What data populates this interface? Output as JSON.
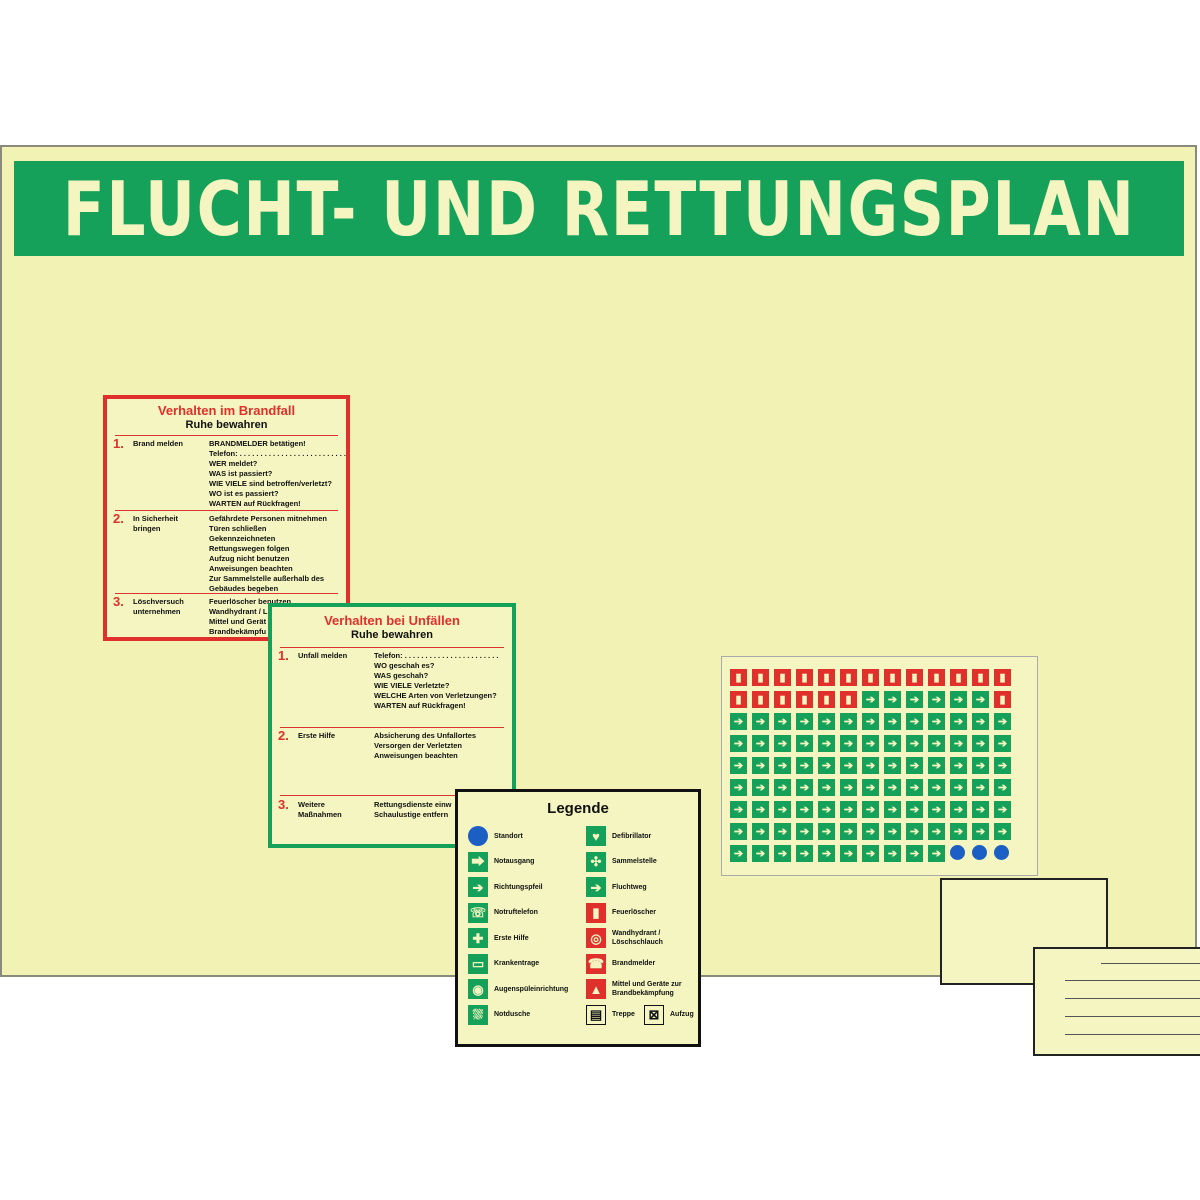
{
  "title": "FLUCHT- UND RETTUNGSPLAN",
  "colors": {
    "green": "#16a15a",
    "red": "#e0302b",
    "blue": "#1b5fc4",
    "board": "#f1f2b4"
  },
  "brandfall": {
    "title": "Verhalten im Brandfall",
    "subtitle": "Ruhe bewahren",
    "steps": [
      {
        "num": "1.",
        "label": "Brand melden",
        "lines": [
          "BRANDMELDER betätigen!",
          "Telefon: . . . . . . . . . . . . . . . . . . . . . . . . . .",
          "WER meldet?",
          "WAS ist passiert?",
          "WIE VIELE sind betroffen/verletzt?",
          "WO ist es passiert?",
          "WARTEN auf Rückfragen!"
        ]
      },
      {
        "num": "2.",
        "label": "In Sicherheit bringen",
        "lines": [
          "Gefährdete Personen mitnehmen",
          "Türen schließen",
          "Gekennzeichneten",
          "Rettungswegen folgen",
          "Aufzug nicht benutzen",
          "Anweisungen beachten",
          "Zur Sammelstelle außerhalb des",
          "Gebäudes begeben"
        ]
      },
      {
        "num": "3.",
        "label": "Löschversuch unternehmen",
        "lines": [
          "Feuerlöscher benutzen",
          "Wandhydrant / L",
          "Mittel und Gerät",
          "Brandbekämpfu"
        ]
      }
    ]
  },
  "unfaelle": {
    "title": "Verhalten bei Unfällen",
    "subtitle": "Ruhe bewahren",
    "steps": [
      {
        "num": "1.",
        "label": "Unfall melden",
        "lines": [
          "Telefon: . . . . . . . . . . . . . . . . . . . . . . .",
          "WO geschah es?",
          "WAS geschah?",
          "WIE VIELE Verletzte?",
          "WELCHE Arten von Verletzungen?",
          "WARTEN auf Rückfragen!"
        ]
      },
      {
        "num": "2.",
        "label": "Erste Hilfe",
        "lines": [
          "Absicherung des Unfallortes",
          "Versorgen der Verletzten",
          "Anweisungen beachten"
        ]
      },
      {
        "num": "3.",
        "label": "Weitere Maßnahmen",
        "lines": [
          "Rettungsdienste einw",
          "Schaulustige entfern"
        ]
      }
    ]
  },
  "legend": {
    "title": "Legende",
    "left": [
      {
        "icon": "location-icon",
        "kind": "b",
        "glyph": "",
        "label": "Standort"
      },
      {
        "icon": "emergency-exit-icon",
        "kind": "g",
        "glyph": "⮕",
        "label": "Notausgang"
      },
      {
        "icon": "direction-arrow-icon",
        "kind": "g",
        "glyph": "➔",
        "label": "Richtungspfeil"
      },
      {
        "icon": "emergency-phone-icon",
        "kind": "g",
        "glyph": "☏",
        "label": "Notruftelefon"
      },
      {
        "icon": "first-aid-icon",
        "kind": "g",
        "glyph": "✚",
        "label": "Erste Hilfe"
      },
      {
        "icon": "stretcher-icon",
        "kind": "g",
        "glyph": "▭",
        "label": "Krankentrage"
      },
      {
        "icon": "eye-wash-icon",
        "kind": "g",
        "glyph": "◉",
        "label": "Augenspüleinrichtung"
      },
      {
        "icon": "emergency-shower-icon",
        "kind": "g",
        "glyph": "⛆",
        "label": "Notdusche"
      }
    ],
    "right": [
      {
        "icon": "defibrillator-icon",
        "kind": "g",
        "glyph": "♥",
        "label": "Defibrillator"
      },
      {
        "icon": "assembly-point-icon",
        "kind": "g",
        "glyph": "✣",
        "label": "Sammelstelle"
      },
      {
        "icon": "escape-route-icon",
        "kind": "g",
        "glyph": "➔",
        "label": "Fluchtweg"
      },
      {
        "icon": "fire-extinguisher-icon",
        "kind": "r",
        "glyph": "▮",
        "label": "Feuerlöscher"
      },
      {
        "icon": "fire-hose-icon",
        "kind": "r",
        "glyph": "◎",
        "label": "Wandhydrant / Löschschlauch"
      },
      {
        "icon": "fire-alarm-icon",
        "kind": "r",
        "glyph": "☎",
        "label": "Brandmelder"
      },
      {
        "icon": "firefighting-equipment-icon",
        "kind": "r",
        "glyph": "▲",
        "label": "Mittel und Geräte zur Brandbekämpfung"
      }
    ],
    "bottom": [
      {
        "icon": "stairs-icon",
        "kind": "w",
        "glyph": "▤",
        "label": "Treppe"
      },
      {
        "icon": "elevator-icon",
        "kind": "w",
        "glyph": "⊠",
        "label": "Aufzug"
      }
    ]
  },
  "symbol_sheet": {
    "rows": [
      [
        "r",
        "r",
        "r",
        "r",
        "r",
        "r",
        "r",
        "r",
        "r",
        "r",
        "r",
        "r",
        "r"
      ],
      [
        "r",
        "r",
        "r",
        "r",
        "r",
        "r",
        "g",
        "g",
        "g",
        "g",
        "g",
        "g",
        "r"
      ],
      [
        "g",
        "g",
        "g",
        "g",
        "g",
        "g",
        "g",
        "g",
        "g",
        "g",
        "g",
        "g",
        "g"
      ],
      [
        "g",
        "g",
        "g",
        "g",
        "g",
        "g",
        "g",
        "g",
        "g",
        "g",
        "g",
        "g",
        "g"
      ],
      [
        "g",
        "g",
        "g",
        "g",
        "g",
        "g",
        "g",
        "g",
        "g",
        "g",
        "g",
        "g",
        "g"
      ],
      [
        "g",
        "g",
        "g",
        "g",
        "g",
        "g",
        "g",
        "g",
        "g",
        "g",
        "g",
        "g",
        "g"
      ],
      [
        "g",
        "g",
        "g",
        "g",
        "g",
        "g",
        "g",
        "g",
        "g",
        "g",
        "g",
        "g",
        "g"
      ],
      [
        "g",
        "g",
        "g",
        "g",
        "g",
        "g",
        "g",
        "g",
        "g",
        "g",
        "g",
        "g",
        "g"
      ],
      [
        "g",
        "g",
        "g",
        "g",
        "g",
        "g",
        "g",
        "g",
        "g",
        "g",
        "b",
        "b",
        "b"
      ]
    ],
    "glyphs": [
      "▮",
      "▮",
      "▮",
      "▮",
      "▮",
      "▮",
      "▮",
      "▮",
      "▮",
      "▮",
      "▮",
      "▮",
      "▮"
    ]
  }
}
